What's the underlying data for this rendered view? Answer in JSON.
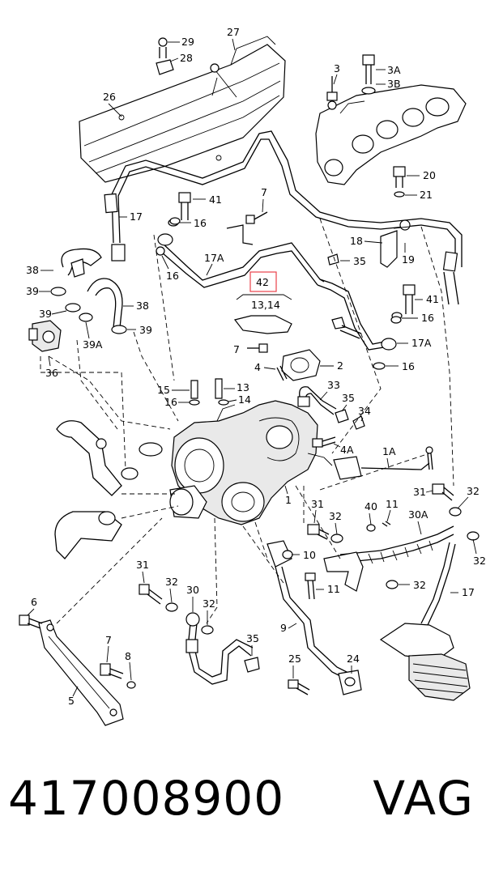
{
  "diagram": {
    "callouts": {
      "c1": "1",
      "c1A": "1A",
      "c2": "2",
      "c3": "3",
      "c3A": "3A",
      "c3B": "3B",
      "c4": "4",
      "c4A": "4A",
      "c5": "5",
      "c6": "6",
      "c7a": "7",
      "c7b": "7",
      "c7c": "7",
      "c8": "8",
      "c9": "9",
      "c10": "10",
      "c11a": "11",
      "c11b": "11",
      "c13": "13",
      "c14": "14",
      "c15": "15",
      "c16a": "16",
      "c16b": "16",
      "c16c": "16",
      "c16d": "16",
      "c16e": "16",
      "c17": "17",
      "c17A": "17A",
      "c17Ab": "17A",
      "c17b": "17",
      "c18": "18",
      "c19": "19",
      "c20": "20",
      "c21": "21",
      "c24": "24",
      "c25": "25",
      "c26": "26",
      "c27": "27",
      "c28": "28",
      "c29": "29",
      "c30": "30",
      "c30A": "30A",
      "c31a": "31",
      "c31b": "31",
      "c31c": "31",
      "c32a": "32",
      "c32b": "32",
      "c32c": "32",
      "c32d": "32",
      "c32e": "32",
      "c32f": "32",
      "c33": "33",
      "c34": "34",
      "c35a": "35",
      "c35b": "35",
      "c35c": "35",
      "c36": "36",
      "c38a": "38",
      "c38b": "38",
      "c39a": "39",
      "c39b": "39",
      "c39c": "39",
      "c39A": "39A",
      "c40": "40",
      "c41a": "41",
      "c41b": "41",
      "c42": "42",
      "c1314": "13,14"
    },
    "highlight_color": "#e8414a"
  },
  "footer": {
    "part_number": "417008900",
    "brand": "VAG"
  }
}
